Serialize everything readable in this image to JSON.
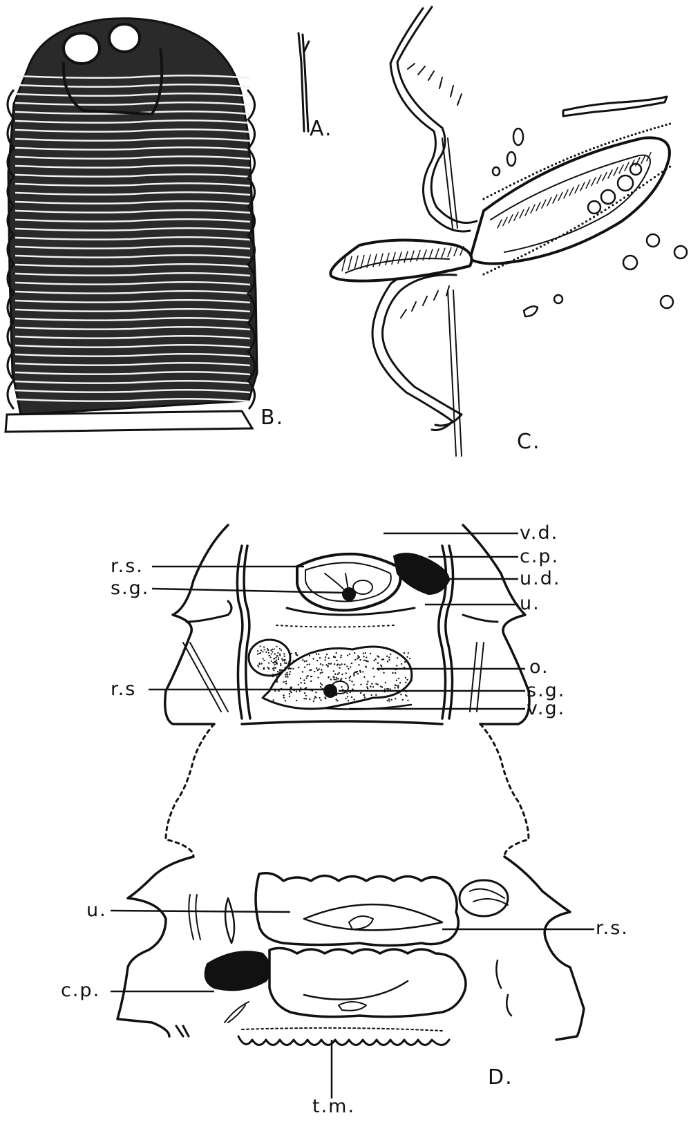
{
  "figure_labels": {
    "a": "A.",
    "b": "B.",
    "c": "C.",
    "d": "D."
  },
  "upper_segment_labels": {
    "vd": "v.d.",
    "cp": "c.p.",
    "ud": "u.d.",
    "u": "u.",
    "o": "o.",
    "sg_right": "s.g.",
    "vg": "v.g.",
    "rs_top": "r.s.",
    "sg_left": "s.g.",
    "rs_left": "r.s"
  },
  "lower_segment_labels": {
    "u": "u.",
    "cp": "c.p.",
    "rs": "r.s.",
    "tm": "t.m."
  }
}
